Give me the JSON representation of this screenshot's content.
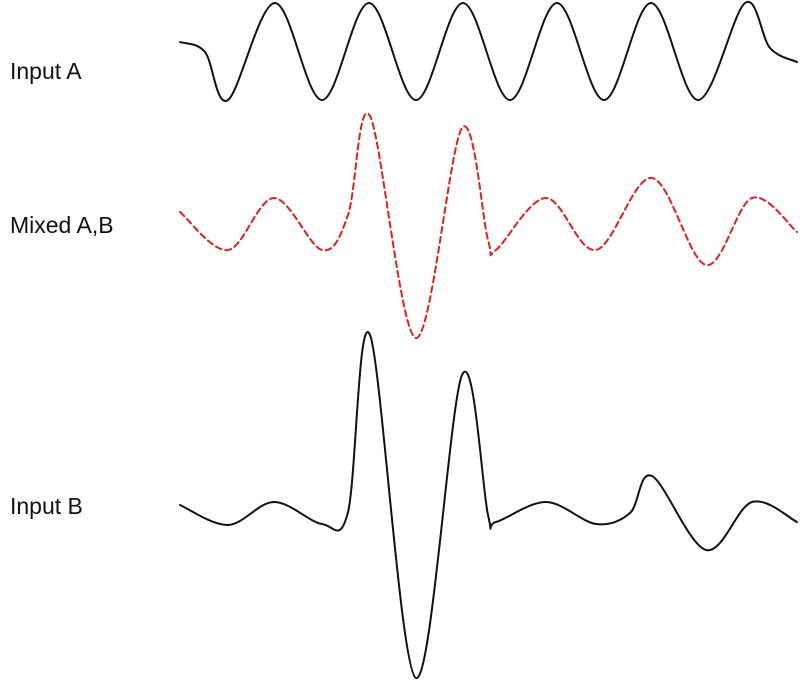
{
  "labels": {
    "input_a": "Input A",
    "mixed": "Mixed A,B",
    "input_b": "Input B"
  },
  "colors": {
    "input_wave": "#111111",
    "mixed_wave": "#e02020"
  },
  "waves": {
    "input_a": {
      "style": "solid",
      "kind": "steady-oscillation"
    },
    "mixed": {
      "style": "dashed",
      "kind": "amplitude-modulated"
    },
    "input_b": {
      "style": "solid",
      "kind": "burst"
    }
  }
}
